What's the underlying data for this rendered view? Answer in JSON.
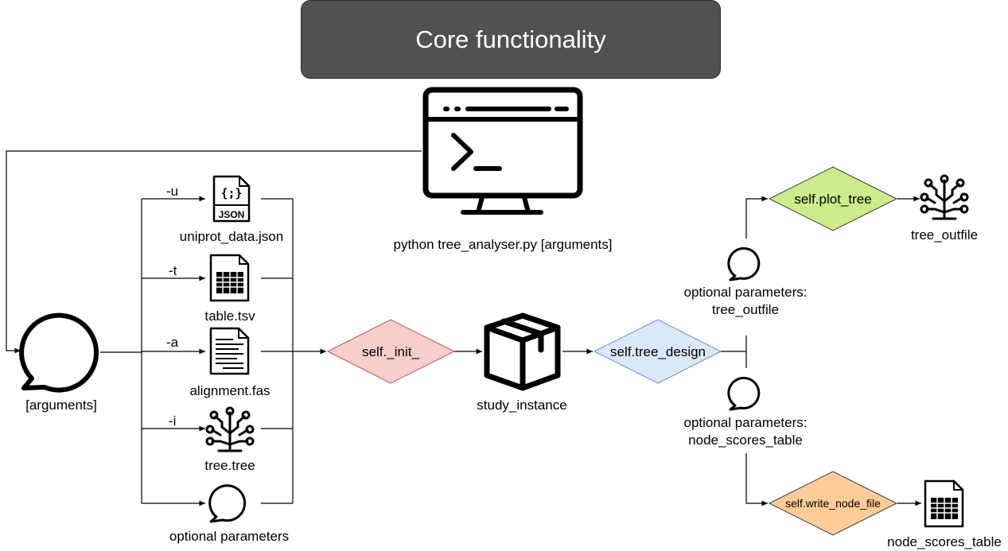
{
  "header": {
    "title": "Core functionality"
  },
  "command": {
    "label": "python tree_analyser.py [arguments]"
  },
  "input": {
    "label": "[arguments]"
  },
  "files": {
    "uniprot": {
      "flag": "-u",
      "label": "uniprot_data.json",
      "icon_text": "{;}",
      "icon_caption": "JSON"
    },
    "table": {
      "flag": "-t",
      "label": "table.tsv"
    },
    "alignment": {
      "flag": "-a",
      "label": "alignment.fas"
    },
    "tree": {
      "flag": "-i",
      "label": "tree.tree"
    },
    "optional": {
      "label": "optional parameters"
    }
  },
  "processes": {
    "init": "self._init_",
    "tree_design": "self.tree_design",
    "plot_tree": "self.plot_tree",
    "write_node_file": "self.write_node_file"
  },
  "instance": {
    "label": "study_instance"
  },
  "optional_tree": {
    "line1": "optional parameters:",
    "line2": "tree_outfile"
  },
  "optional_nodes": {
    "line1": "optional parameters:",
    "line2": "node_scores_table"
  },
  "outputs": {
    "tree_outfile": "tree_outfile",
    "node_scores_table": "node_scores_table"
  },
  "colors": {
    "header_bg": "#515151",
    "init_fill": "#f8cecc",
    "init_stroke": "#b85450",
    "design_fill": "#dae8fc",
    "design_stroke": "#6c8ebf",
    "plot_fill": "#cdeb8b",
    "plot_stroke": "#36393d",
    "write_fill": "#ffcc99",
    "write_stroke": "#36393d"
  }
}
